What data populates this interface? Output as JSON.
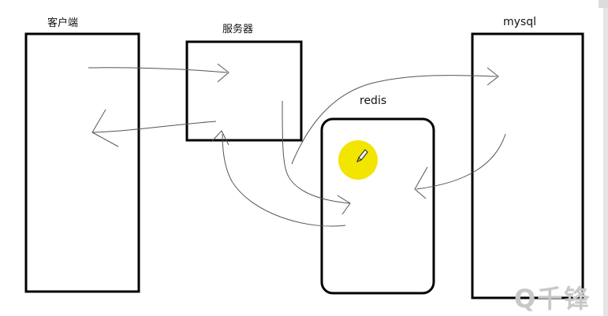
{
  "nodes": {
    "client": {
      "label": "客户端"
    },
    "server": {
      "label": "服务器"
    },
    "redis": {
      "label": "redis"
    },
    "mysql": {
      "label": "mysql"
    }
  },
  "pointer": {
    "highlight_color": "#f2e500",
    "icon": "pencil-cursor-icon"
  },
  "watermark": {
    "text": "Q千锋"
  },
  "colors": {
    "stroke": "#000000",
    "arrow": "#555555",
    "background": "#ffffff"
  }
}
